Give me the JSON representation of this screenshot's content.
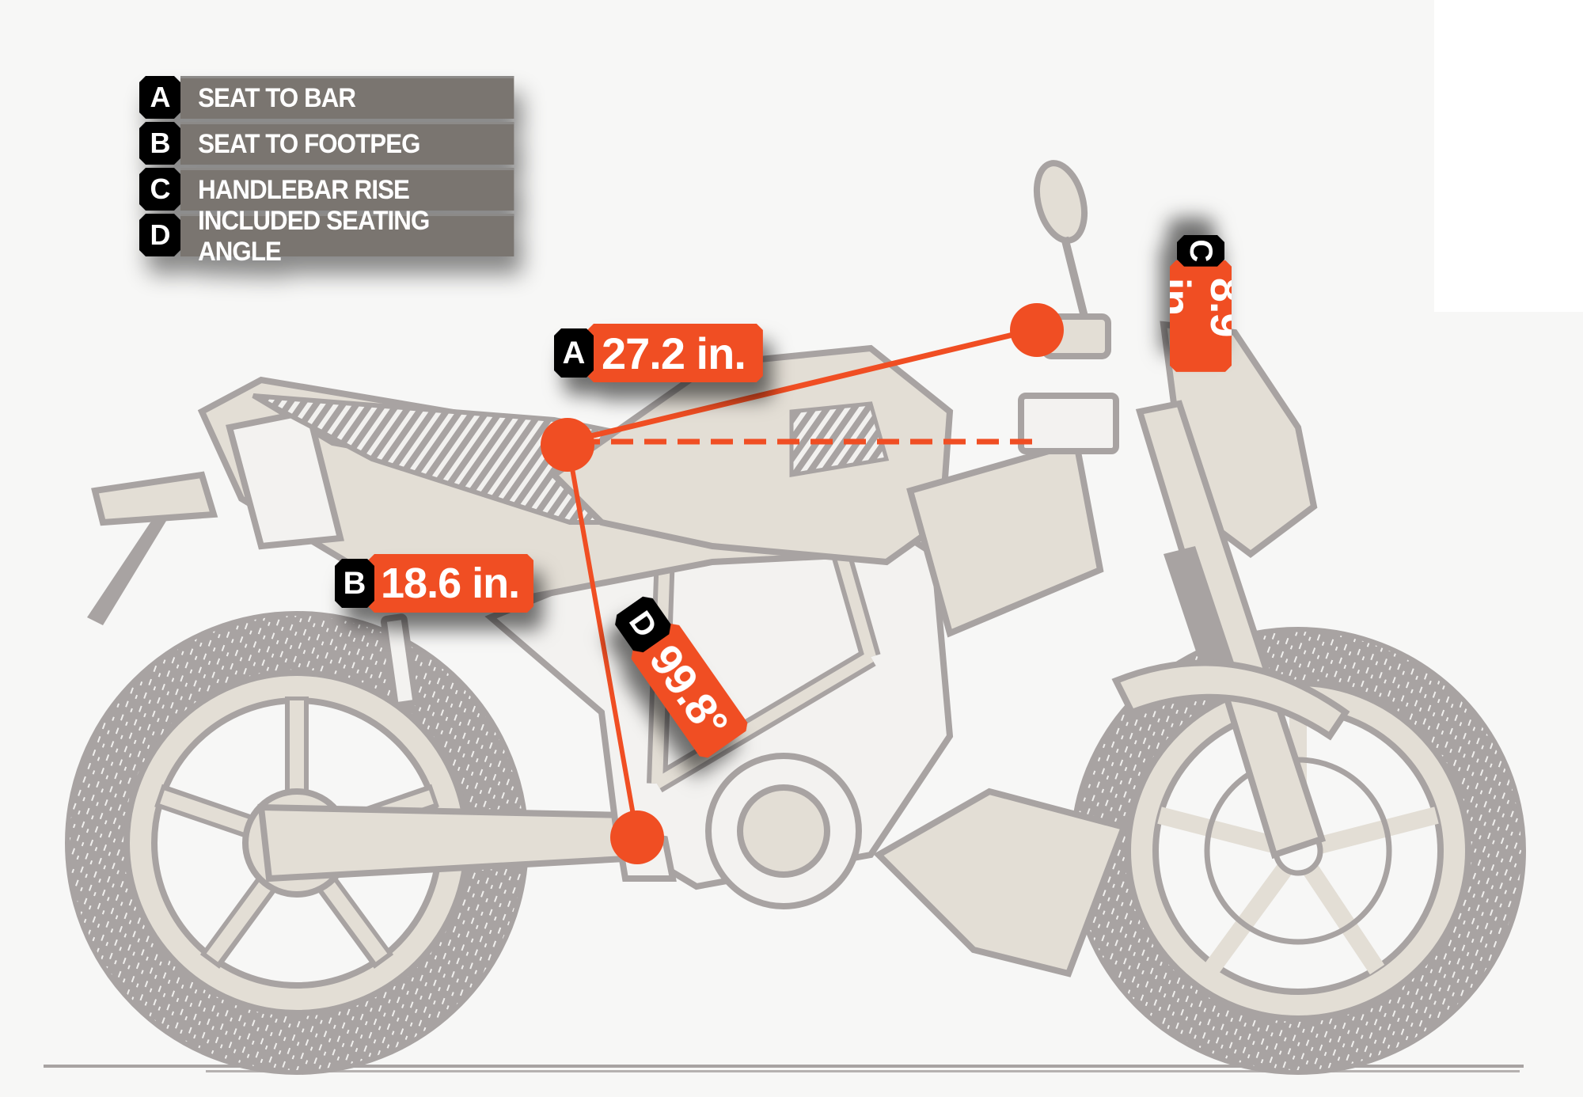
{
  "legend": {
    "items": [
      {
        "key": "A",
        "label": "SEAT TO BAR"
      },
      {
        "key": "B",
        "label": "SEAT TO FOOTPEG"
      },
      {
        "key": "C",
        "label": "HANDLEBAR RISE"
      },
      {
        "key": "D",
        "label": "INCLUDED SEATING ANGLE"
      }
    ]
  },
  "measurements": {
    "a": {
      "key": "A",
      "value": "27.2 in."
    },
    "b": {
      "key": "B",
      "value": "18.6 in."
    },
    "c": {
      "key": "C",
      "value": "8.9 in."
    },
    "d": {
      "key": "D",
      "value": "99.8°"
    }
  },
  "colors": {
    "accent": "#f04e23",
    "key_bg": "#000000",
    "legend_bg": "#7a7570",
    "sketch_line": "#a8a3a2",
    "sketch_fill": "#e3ded5",
    "background": "#f7f7f6"
  },
  "illustration": {
    "subject": "motorcycle-side-view-sketch"
  }
}
